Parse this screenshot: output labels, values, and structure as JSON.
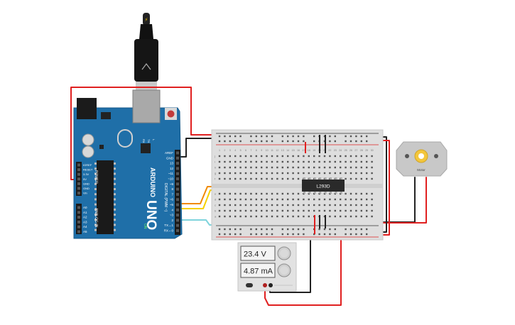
{
  "arduino": {
    "brand": "ARDUINO",
    "model": "UNO",
    "power_header_label": "POWER",
    "analog_header_label": "ANALOG IN",
    "digital_header_label": "DIGITAL (PWM ~)",
    "on_label": "ON",
    "tx_label": "TX",
    "rx_label": "RX",
    "l_label": "L",
    "power_pins": [
      "IOREF",
      "RESET",
      "3.3V",
      "5V",
      "GND",
      "GND",
      "Vin"
    ],
    "analog_pins": [
      "A0",
      "A1",
      "A2",
      "A3",
      "A4",
      "A5"
    ],
    "digital_pins": [
      "AREF",
      "GND",
      "13",
      "12",
      "~11",
      "~10",
      "~9",
      "8",
      "7",
      "~6",
      "~5",
      "4",
      "~3",
      "2",
      "TX→1",
      "RX←0"
    ]
  },
  "usb_cable": {
    "icon": "usb-plug-icon"
  },
  "breadboard": {
    "columns": [
      "1",
      "2",
      "3",
      "4",
      "5",
      "6",
      "7",
      "8",
      "9",
      "10",
      "11",
      "12",
      "13",
      "14",
      "15",
      "16",
      "17",
      "18",
      "19",
      "20",
      "21",
      "22",
      "23",
      "24",
      "25",
      "26",
      "27",
      "28",
      "29",
      "30"
    ],
    "rows_top": [
      "j",
      "i",
      "h",
      "g",
      "f"
    ],
    "rows_bottom": [
      "e",
      "d",
      "c",
      "b",
      "a"
    ]
  },
  "chip": {
    "label": "L293D"
  },
  "motor": {
    "label": "Motor",
    "icon": "dc-motor-icon"
  },
  "power_supply": {
    "voltage": "23.4 V",
    "current": "4.87 mA",
    "knob_icon": "knob-icon"
  },
  "colors": {
    "red_wire": "#e02020",
    "black_wire": "#222222",
    "orange_wire": "#f08a00",
    "yellow_wire": "#f5d000",
    "cyan_wire": "#7fd4dc",
    "board_blue": "#1f6fa8"
  }
}
